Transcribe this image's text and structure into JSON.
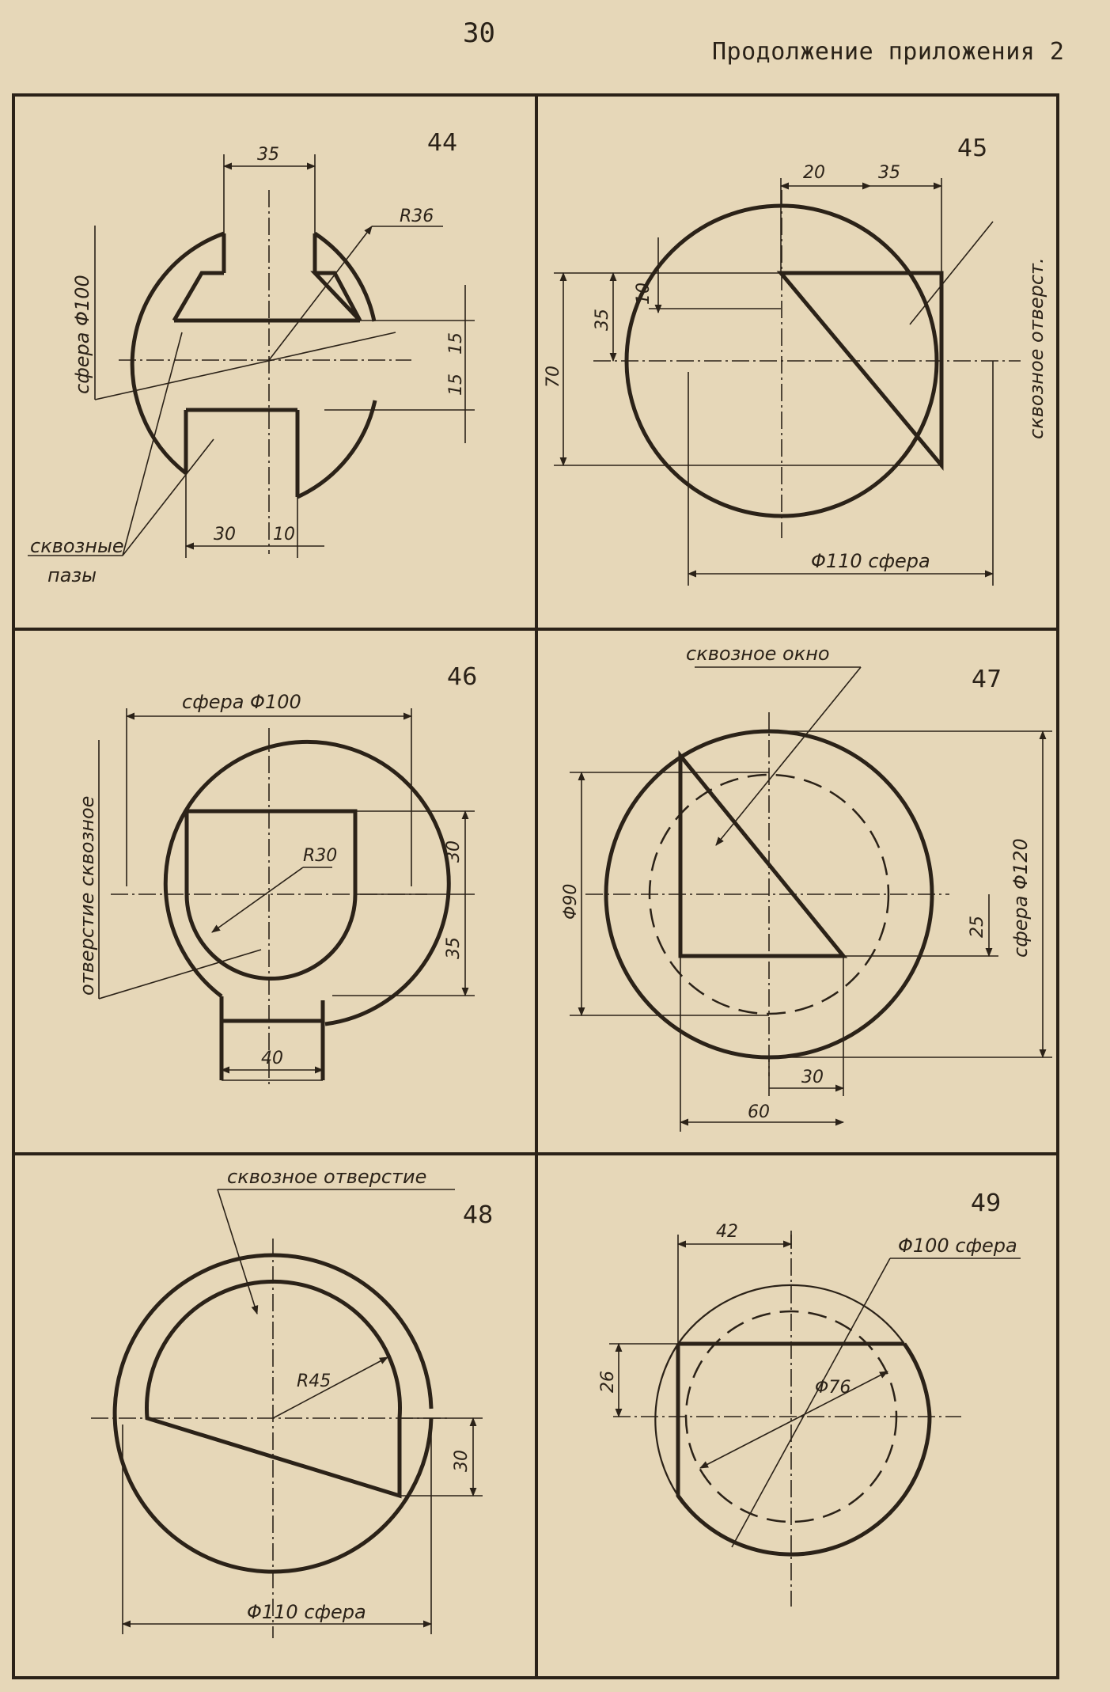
{
  "header": {
    "page_number": "30",
    "title": "Продолжение приложения 2"
  },
  "drawings": [
    {
      "number": "44",
      "labels": {
        "sphere": "сфера Φ100",
        "slots_line1": "сквозные",
        "slots_line2": "пазы"
      },
      "dimensions": [
        "35",
        "R36",
        "15",
        "15",
        "30",
        "10"
      ]
    },
    {
      "number": "45",
      "labels": {
        "sphere": "Φ110 сфера",
        "hole": "сквозное отверст."
      },
      "dimensions": [
        "20",
        "35",
        "10",
        "35",
        "70"
      ]
    },
    {
      "number": "46",
      "labels": {
        "sphere": "сфера Φ100",
        "hole": "отверстие сквозное"
      },
      "dimensions": [
        "R30",
        "30",
        "35",
        "40"
      ]
    },
    {
      "number": "47",
      "labels": {
        "window": "сквозное окно",
        "sphere": "сфера Φ120"
      },
      "dimensions": [
        "Φ90",
        "25",
        "30",
        "60"
      ]
    },
    {
      "number": "48",
      "labels": {
        "hole": "сквозное отверстие",
        "sphere": "Φ110 сфера"
      },
      "dimensions": [
        "R45",
        "30"
      ]
    },
    {
      "number": "49",
      "labels": {
        "sphere": "Φ100 сфера"
      },
      "dimensions": [
        "42",
        "26",
        "Φ76"
      ]
    }
  ]
}
